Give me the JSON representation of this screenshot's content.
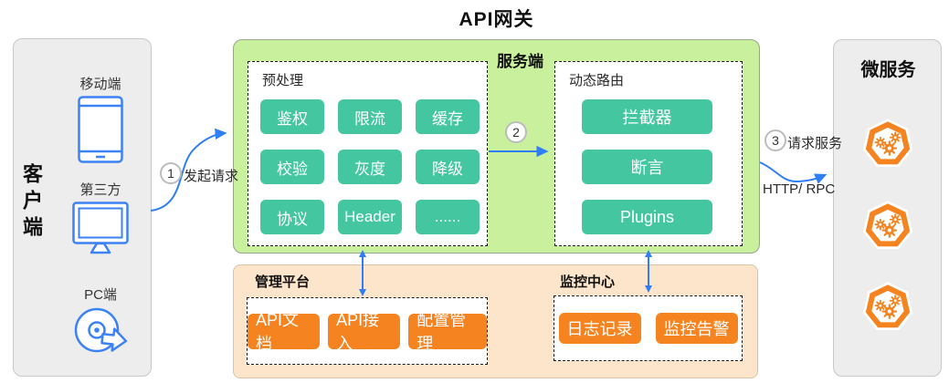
{
  "title": "API网关",
  "client": {
    "title": "客户端",
    "items": [
      {
        "label": "移动端",
        "icon": "smartphone-icon"
      },
      {
        "label": "第三方",
        "icon": "monitor-icon"
      },
      {
        "label": "PC端",
        "icon": "cd-arrow-icon"
      }
    ]
  },
  "server": {
    "label": "服务端",
    "preprocess": {
      "title": "预处理",
      "buttons": [
        "鉴权",
        "限流",
        "缓存",
        "校验",
        "灰度",
        "降级",
        "协议",
        "Header",
        "......"
      ]
    },
    "routing": {
      "title": "动态路由",
      "buttons": [
        "拦截器",
        "断言",
        "Plugins"
      ]
    }
  },
  "management": {
    "sections": [
      {
        "title": "管理平台",
        "buttons": [
          "API文档",
          "API接入",
          "配置管理"
        ]
      },
      {
        "title": "监控中心",
        "buttons": [
          "日志记录",
          "监控告警"
        ]
      }
    ]
  },
  "micro": {
    "title": "微服务",
    "service_count": "3"
  },
  "flows": [
    {
      "step": "1",
      "label": "发起请求"
    },
    {
      "step": "2",
      "label": ""
    },
    {
      "step": "3",
      "label": "请求服务",
      "sublabel": "HTTP/ RPC"
    }
  ],
  "colors": {
    "teal": "#44c7a1",
    "orange": "#f5831f",
    "server_bg": "#c9f09c",
    "platform_bg": "#fce5cb",
    "panel_bg": "#ededee",
    "arrow_blue": "#2f7ef6",
    "icon_blue": "#3b82f4"
  }
}
